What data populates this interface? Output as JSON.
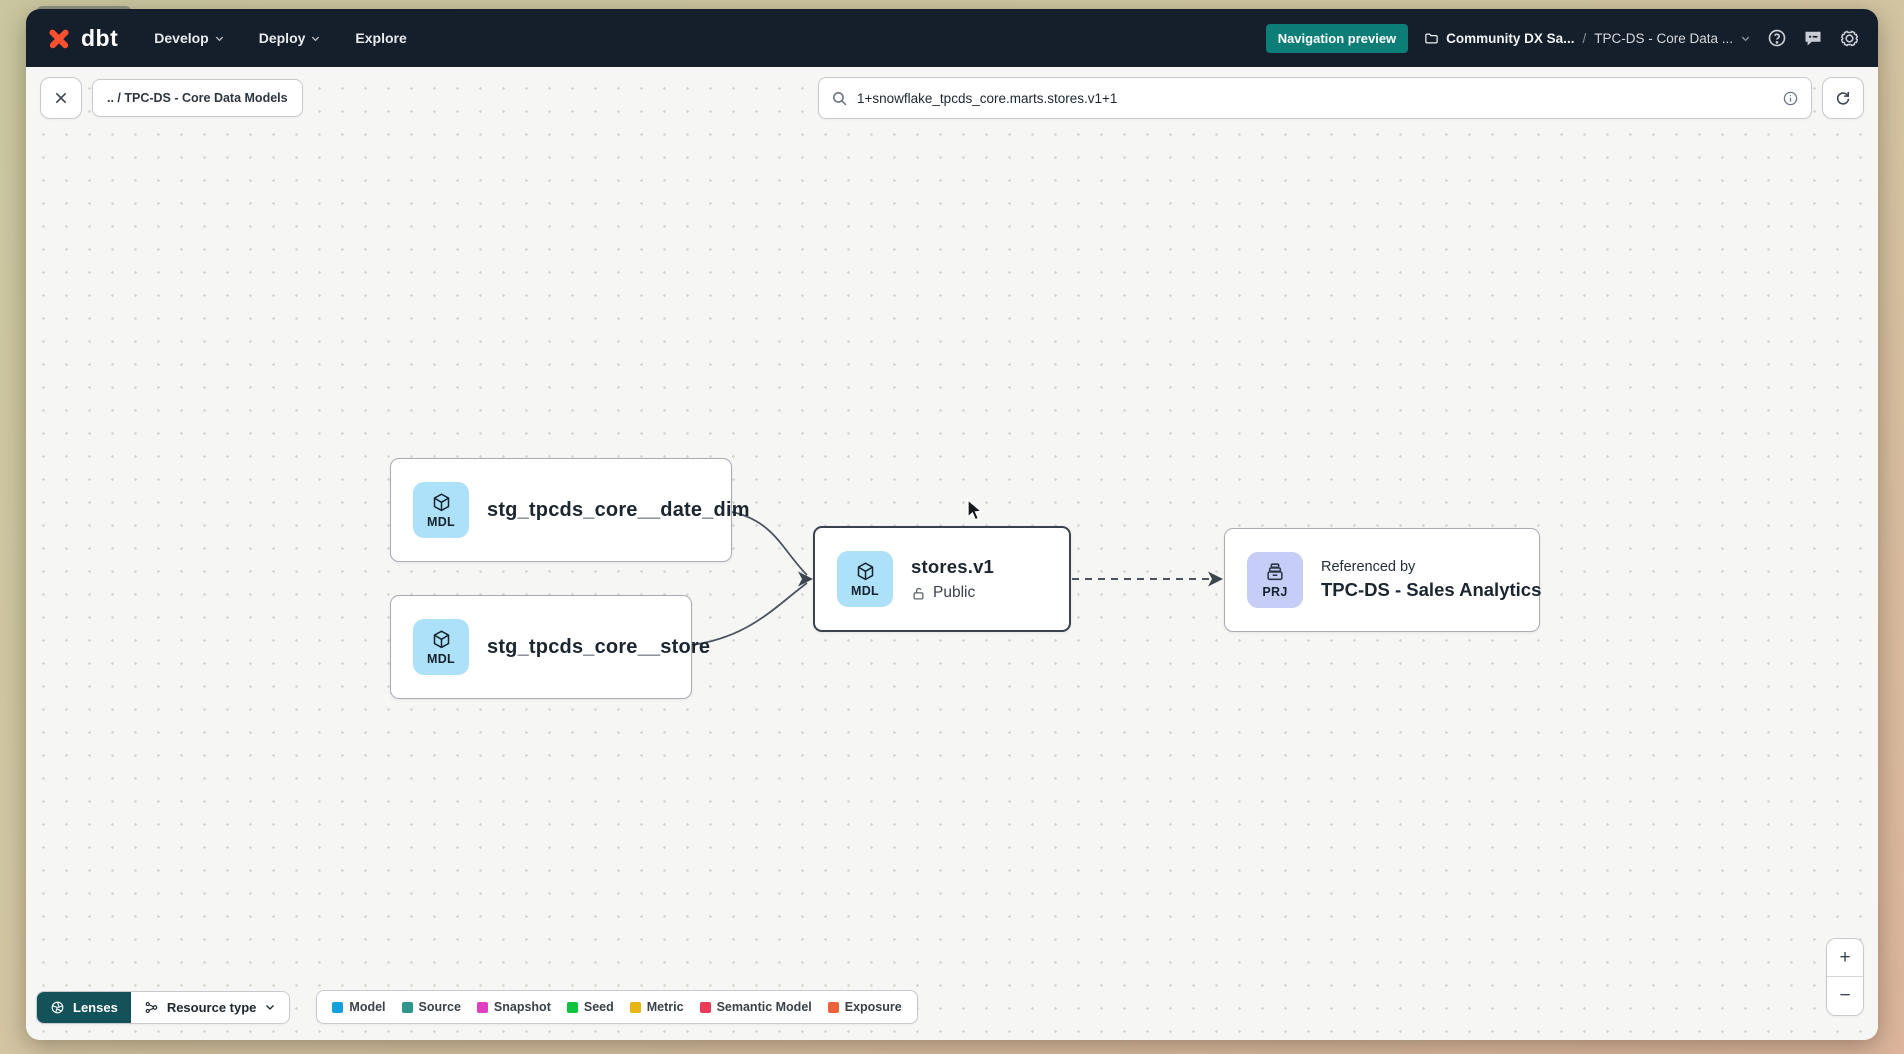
{
  "colors": {
    "navbar_bg": "#151e2b",
    "accent_teal": "#0d7d78",
    "lenses_bg": "#14525a",
    "model_badge_bg": "#ade1f9",
    "project_badge_bg": "#c6cdf6",
    "logo_orange": "#ff4f2e"
  },
  "navbar": {
    "logo_text": "dbt",
    "items": [
      {
        "label": "Develop"
      },
      {
        "label": "Deploy"
      },
      {
        "label": "Explore"
      }
    ],
    "preview_badge": "Navigation preview",
    "account": "Community DX Sa...",
    "breadcrumb_separator": "/",
    "project": "TPC-DS - Core Data ..."
  },
  "toolbar": {
    "breadcrumb_chip": ".. / TPC-DS - Core Data Models",
    "search": {
      "value": "1+snowflake_tpcds_core.marts.stores.v1+1"
    }
  },
  "graph": {
    "nodes": [
      {
        "badge": "MDL",
        "label": "stg_tpcds_core__date_dim"
      },
      {
        "badge": "MDL",
        "label": "stg_tpcds_core__store"
      },
      {
        "badge": "MDL",
        "label": "stores.v1",
        "access": "Public",
        "selected": true
      },
      {
        "badge": "PRJ",
        "title": "Referenced by",
        "label": "TPC-DS - Sales Analytics"
      }
    ],
    "edges": [
      {
        "from": "stg_tpcds_core__date_dim",
        "to": "stores.v1",
        "style": "solid"
      },
      {
        "from": "stg_tpcds_core__store",
        "to": "stores.v1",
        "style": "solid"
      },
      {
        "from": "stores.v1",
        "to": "TPC-DS - Sales Analytics",
        "style": "dashed"
      }
    ]
  },
  "footer": {
    "lenses_label": "Lenses",
    "resource_type_label": "Resource type",
    "legend": [
      {
        "label": "Model",
        "color": "#14a0dd"
      },
      {
        "label": "Source",
        "color": "#2f958d"
      },
      {
        "label": "Snapshot",
        "color": "#e03fc0"
      },
      {
        "label": "Seed",
        "color": "#12c23f"
      },
      {
        "label": "Metric",
        "color": "#e9b511"
      },
      {
        "label": "Semantic Model",
        "color": "#e93a57"
      },
      {
        "label": "Exposure",
        "color": "#ee6239"
      }
    ]
  },
  "zoom_controls": {
    "zoom_in": "+",
    "zoom_out": "−"
  }
}
